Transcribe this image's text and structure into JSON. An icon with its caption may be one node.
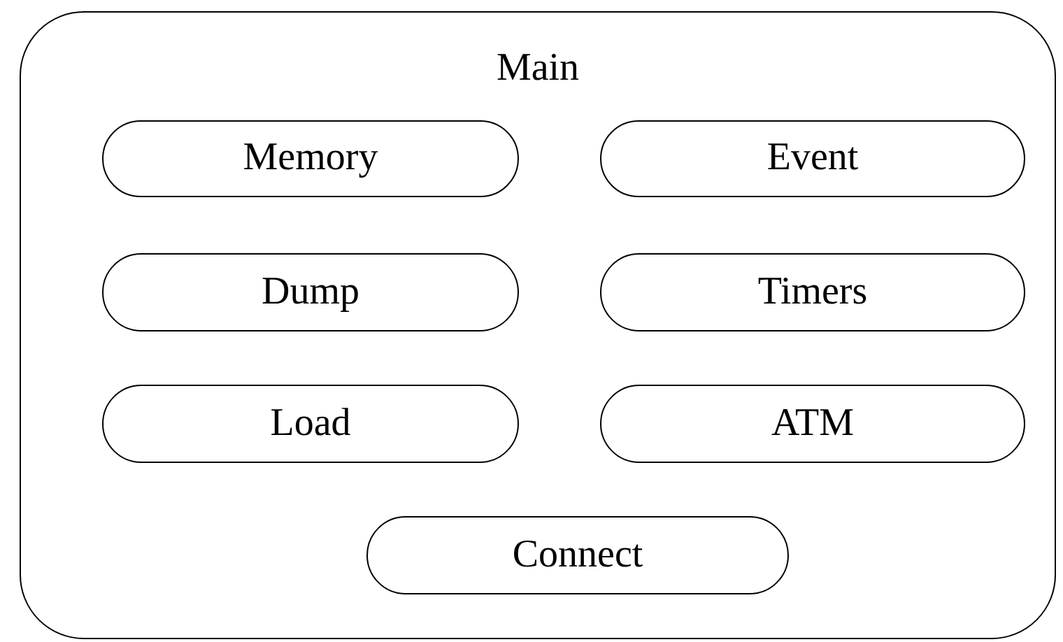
{
  "diagram": {
    "nodes": [
      {
        "text": [
          "Main"
        ]
      },
      {
        "text": [
          "Memory"
        ],
        "in": 0
      },
      {
        "text": [
          "Event"
        ],
        "in": 0
      },
      {
        "text": [
          "Dump"
        ],
        "in": 0
      },
      {
        "text": [
          "Timers"
        ],
        "in": 0
      },
      {
        "text": [
          "Load"
        ],
        "in": 0
      },
      {
        "text": [
          "ATM"
        ],
        "in": 0
      },
      {
        "text": [
          "Connect"
        ],
        "in": 0
      }
    ]
  }
}
